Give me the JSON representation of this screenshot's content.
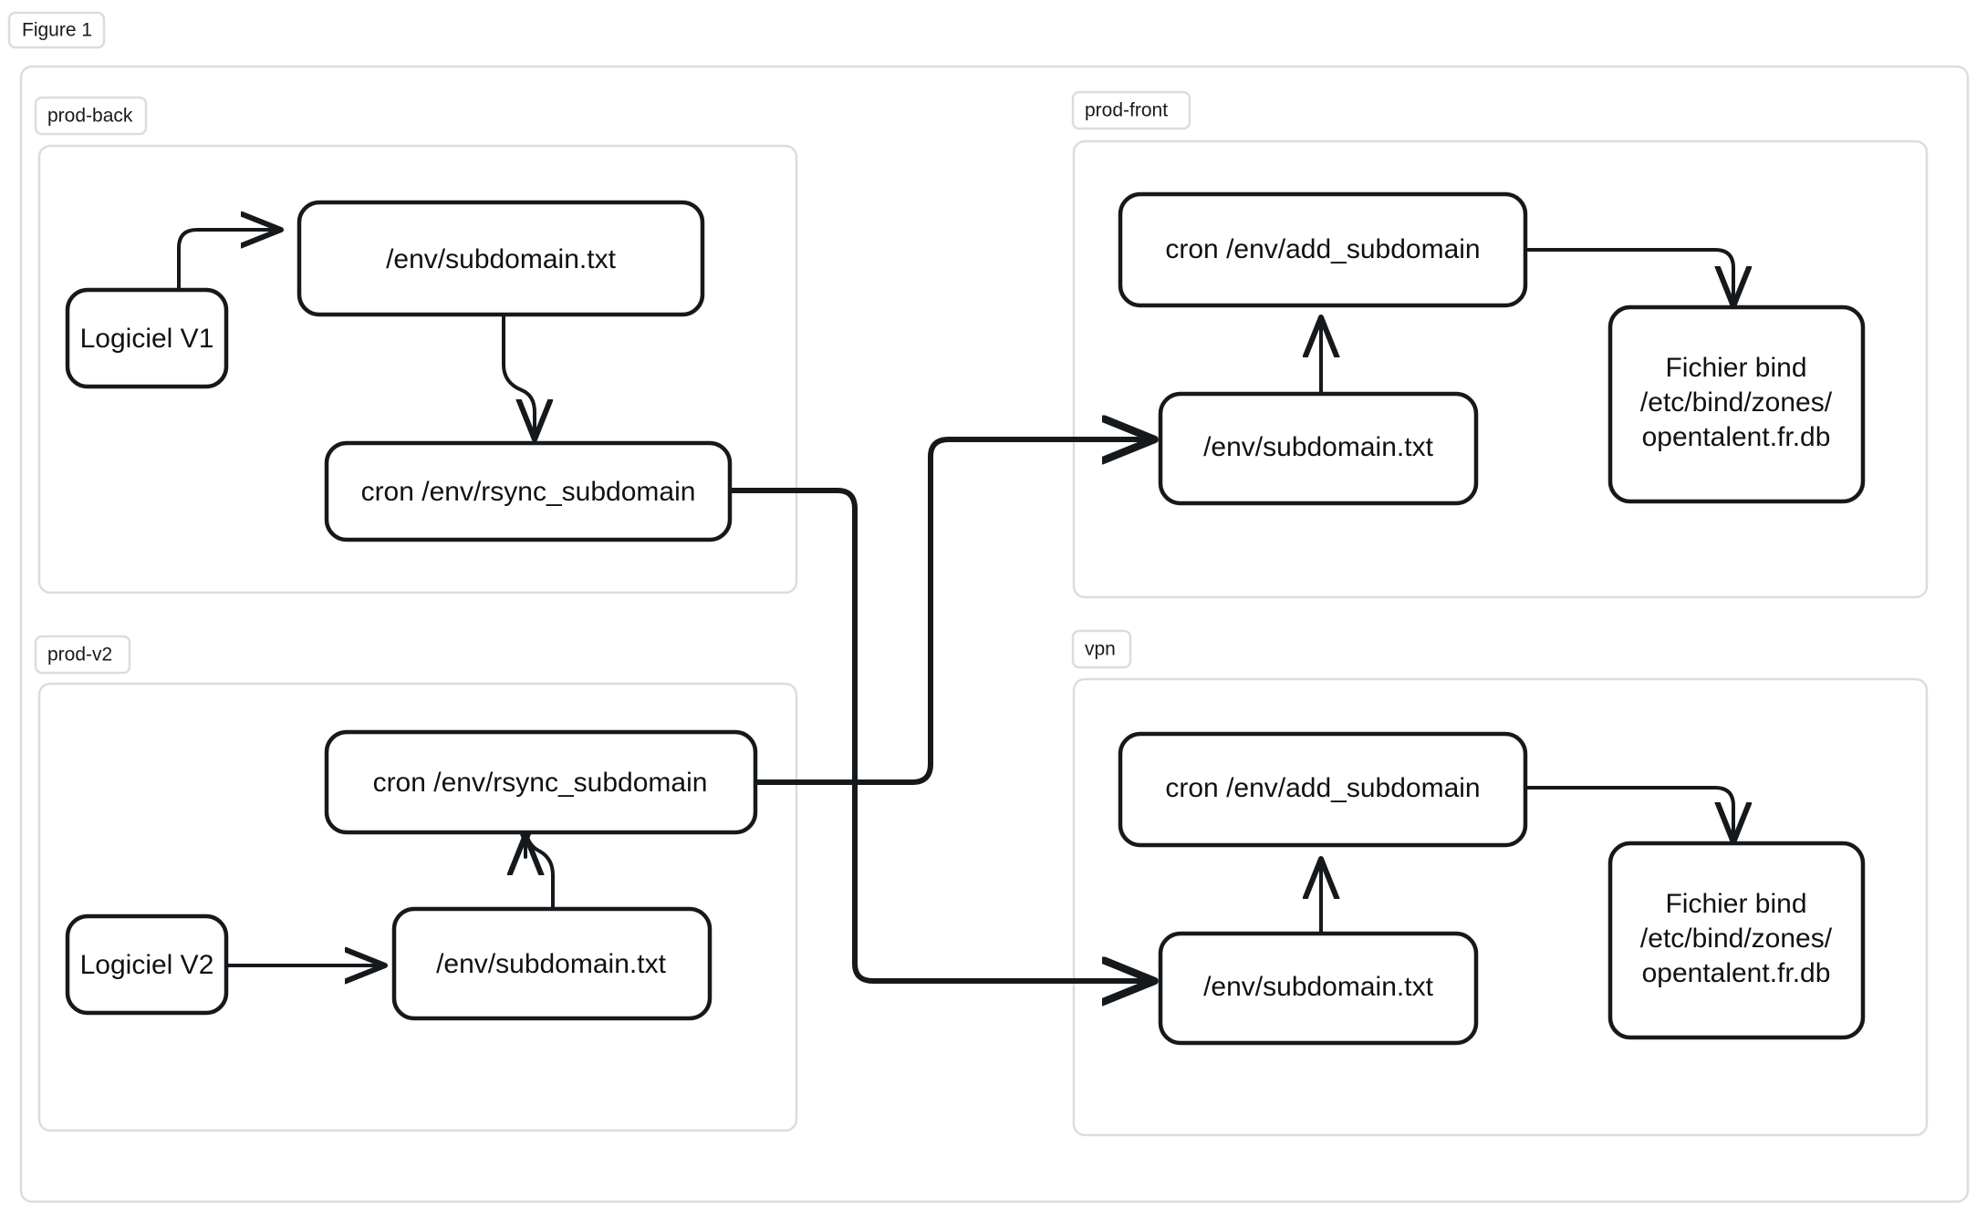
{
  "figure": {
    "caption": "Figure 1"
  },
  "clusters": [
    {
      "id": "prod-back",
      "label": "prod-back",
      "nodes": [
        {
          "id": "pb-logiciel",
          "label": "Logiciel V1"
        },
        {
          "id": "pb-subdomain",
          "label": "/env/subdomain.txt"
        },
        {
          "id": "pb-cron",
          "label": "cron /env/rsync_subdomain"
        }
      ]
    },
    {
      "id": "prod-front",
      "label": "prod-front",
      "nodes": [
        {
          "id": "pf-cron",
          "label": "cron /env/add_subdomain"
        },
        {
          "id": "pf-subdomain",
          "label": "/env/subdomain.txt"
        },
        {
          "id": "pf-bind-l1",
          "label": "Fichier bind"
        },
        {
          "id": "pf-bind-l2",
          "label": "/etc/bind/zones/"
        },
        {
          "id": "pf-bind-l3",
          "label": "opentalent.fr.db"
        }
      ]
    },
    {
      "id": "prod-v2",
      "label": "prod-v2",
      "nodes": [
        {
          "id": "pv-cron",
          "label": "cron /env/rsync_subdomain"
        },
        {
          "id": "pv-logiciel",
          "label": "Logiciel V2"
        },
        {
          "id": "pv-subdomain",
          "label": "/env/subdomain.txt"
        }
      ]
    },
    {
      "id": "vpn",
      "label": "vpn",
      "nodes": [
        {
          "id": "vp-cron",
          "label": "cron /env/add_subdomain"
        },
        {
          "id": "vp-subdomain",
          "label": "/env/subdomain.txt"
        },
        {
          "id": "vp-bind-l1",
          "label": "Fichier bind"
        },
        {
          "id": "vp-bind-l2",
          "label": "/etc/bind/zones/"
        },
        {
          "id": "vp-bind-l3",
          "label": "opentalent.fr.db"
        }
      ]
    }
  ],
  "colors": {
    "node_stroke": "#16191c",
    "cluster_stroke": "#dcdce0",
    "background": "#ffffff",
    "text": "#111111"
  }
}
